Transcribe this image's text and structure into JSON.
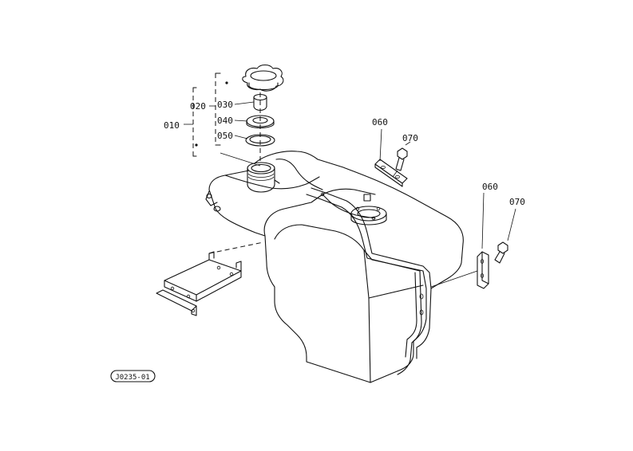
{
  "diagram": {
    "drawing_code": "J0235-01",
    "callouts": {
      "assembly": "010",
      "cap_group": "020",
      "part_030": "030",
      "part_040": "040",
      "part_050": "050",
      "bracket_left": "060",
      "bolt_left": "070",
      "bracket_right": "060",
      "bolt_right": "070"
    }
  }
}
